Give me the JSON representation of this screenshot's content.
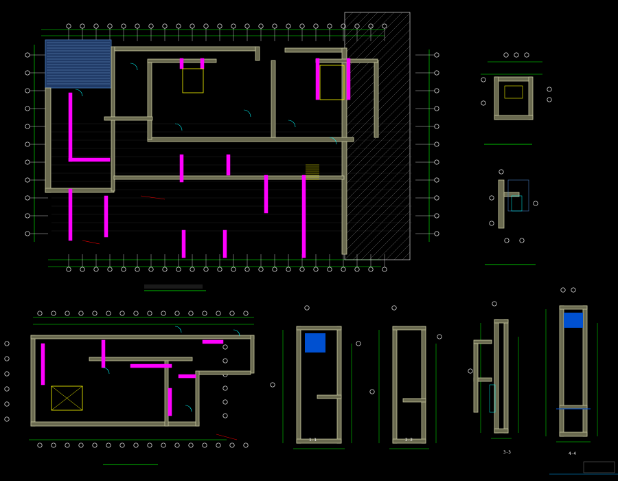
{
  "drawing": {
    "background": "#000000",
    "colors": {
      "wall": "#c8c8a0",
      "wall_fill": "#6a6a50",
      "dim": "#00ff00",
      "grid": "#ffffff",
      "column": "#ff00ff",
      "stair": "#ffff00",
      "aux": "#00ffff",
      "red": "#ff0000",
      "blue": "#0050d0",
      "hatch": "#ffffff"
    },
    "sheet_labels": [
      "1-1",
      "2-2",
      "3-3",
      "4-4"
    ]
  }
}
